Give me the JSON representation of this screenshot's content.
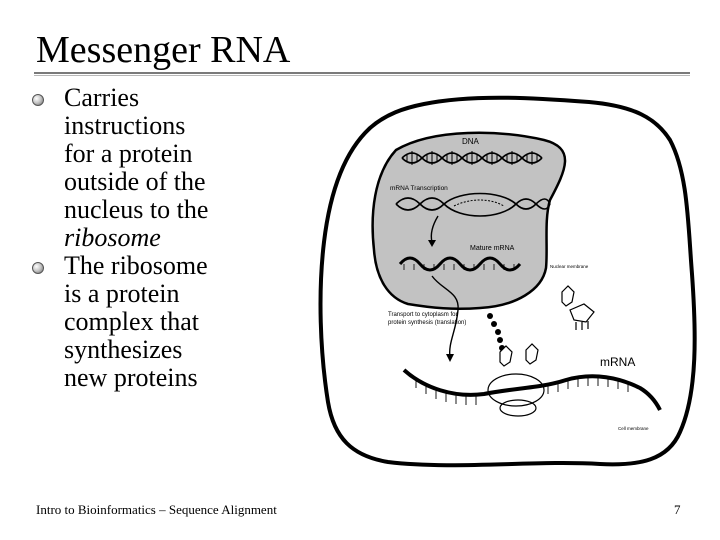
{
  "slide": {
    "title": "Messenger RNA",
    "bullets": [
      {
        "lines": [
          "Carries",
          "instructions",
          "for a protein",
          "outside of the",
          "nucleus to the"
        ],
        "emphasis": "ribosome"
      },
      {
        "lines": [
          "The ribosome",
          "is a protein",
          "complex that",
          "synthesizes",
          "new proteins"
        ]
      }
    ]
  },
  "figure": {
    "labels": {
      "dna": "DNA",
      "mrna_transcription": "mRNA Transcription",
      "mature_mrna": "Mature mRNA",
      "nuclear_membrane": "Nuclear membrane",
      "transport_line1": "Transport to cytoplasm for",
      "transport_line2": "protein synthesis (translation)",
      "mrna": "mRNA",
      "cell_membrane": "Cell membrane"
    }
  },
  "footer": {
    "course": "Intro to Bioinformatics – Sequence Alignment",
    "page_number": "7"
  }
}
